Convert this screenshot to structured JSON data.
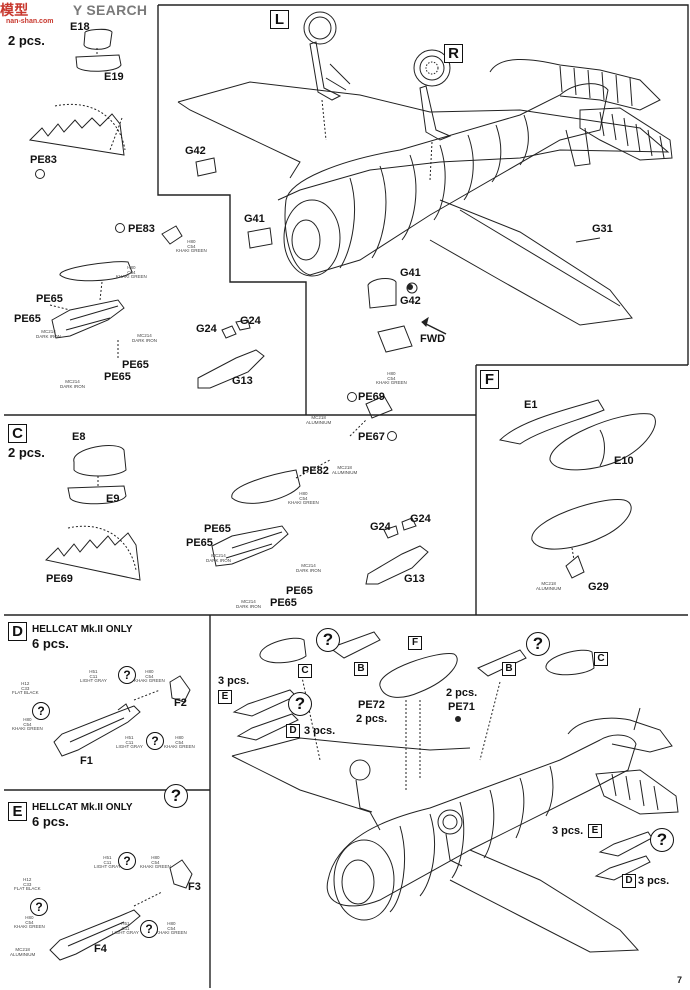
{
  "watermark": {
    "logo_text": "模型",
    "search_text": "Y SEARCH",
    "site": "nan-shan.com"
  },
  "page_number": "7",
  "top_left": {
    "count": "2 pcs.",
    "labels": [
      "E18",
      "E19",
      "PE83",
      "PE83",
      "PE65",
      "PE65",
      "PE65",
      "PE65",
      "G24",
      "G24",
      "G13"
    ],
    "paint_callouts": [
      {
        "code": "H80",
        "code2": "C54",
        "name": "KHAKI GREEN"
      },
      {
        "code": "H80",
        "code2": "C54",
        "name": "KHAKI GREEN"
      },
      {
        "code": "MC214",
        "code2": "",
        "name": "DARK IRON"
      },
      {
        "code": "MC214",
        "code2": "",
        "name": "DARK IRON"
      },
      {
        "code": "MC214",
        "code2": "",
        "name": "DARK IRON"
      }
    ]
  },
  "section_L_R": {
    "letters": [
      "L",
      "R"
    ],
    "labels": [
      "G42",
      "G41",
      "G41",
      "G42",
      "G31"
    ],
    "fwd": "FWD"
  },
  "section_C": {
    "letter": "C",
    "count": "2 pcs.",
    "labels": [
      "E8",
      "E9",
      "PE69",
      "PE69",
      "PE67",
      "PE82",
      "PE65",
      "PE65",
      "PE65",
      "PE65",
      "G24",
      "G24",
      "G13"
    ],
    "paint_callouts": [
      {
        "code": "H80",
        "code2": "C54",
        "name": "KHAKI GREEN"
      },
      {
        "code": "MC218",
        "code2": "",
        "name": "ALUMINIUM"
      },
      {
        "code": "MC218",
        "code2": "",
        "name": "ALUMINIUM"
      },
      {
        "code": "H80",
        "code2": "C54",
        "name": "KHAKI GREEN"
      },
      {
        "code": "MC214",
        "code2": "",
        "name": "DARK IRON"
      },
      {
        "code": "MC214",
        "code2": "",
        "name": "DARK IRON"
      },
      {
        "code": "MC214",
        "code2": "",
        "name": "DARK IRON"
      }
    ]
  },
  "section_F": {
    "letter": "F",
    "labels": [
      "E1",
      "E10",
      "G29"
    ],
    "paint_callouts": [
      {
        "code": "MC218",
        "code2": "",
        "name": "ALUMINIUM"
      }
    ]
  },
  "section_D": {
    "letter": "D",
    "title": "HELLCAT Mk.II ONLY",
    "count": "6 pcs.",
    "labels": [
      "F2",
      "F1"
    ],
    "paint_callouts": [
      {
        "code": "H51",
        "code2": "C11",
        "name": "LIGHT GRAY"
      },
      {
        "code": "H80",
        "code2": "C54",
        "name": "KHAKI GREEN"
      },
      {
        "code": "H12",
        "code2": "C33",
        "name": "FLAT BLACK"
      },
      {
        "code": "H80",
        "code2": "C54",
        "name": "KHAKI GREEN"
      },
      {
        "code": "H51",
        "code2": "C11",
        "name": "LIGHT GRAY"
      },
      {
        "code": "H80",
        "code2": "C54",
        "name": "KHAKI GREEN"
      }
    ]
  },
  "section_E": {
    "letter": "E",
    "title": "HELLCAT Mk.II ONLY",
    "count": "6 pcs.",
    "labels": [
      "F3",
      "F4"
    ],
    "paint_callouts": [
      {
        "code": "H51",
        "code2": "C11",
        "name": "LIGHT GRAY"
      },
      {
        "code": "H80",
        "code2": "C54",
        "name": "KHAKI GREEN"
      },
      {
        "code": "H12",
        "code2": "C33",
        "name": "FLAT BLACK"
      },
      {
        "code": "H80",
        "code2": "C54",
        "name": "KHAKI GREEN"
      },
      {
        "code": "MC218",
        "code2": "",
        "name": "ALUMINIUM"
      },
      {
        "code": "H51",
        "code2": "C11",
        "name": "LIGHT GRAY"
      },
      {
        "code": "H80",
        "code2": "C54",
        "name": "KHAKI GREEN"
      }
    ]
  },
  "final_assembly": {
    "letters": [
      "C",
      "B",
      "F",
      "B",
      "C",
      "E",
      "D",
      "E",
      "D"
    ],
    "counts": [
      "3 pcs.",
      "3 pcs.",
      "2 pcs.",
      "2 pcs.",
      "3 pcs.",
      "3 pcs."
    ],
    "labels": [
      "PE72",
      "PE71"
    ],
    "unknown_mark": "?"
  }
}
